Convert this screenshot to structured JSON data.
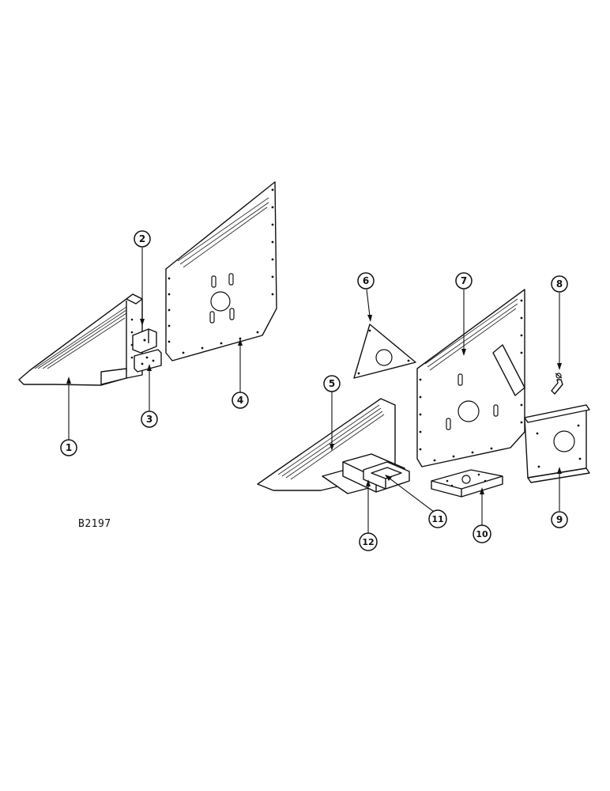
{
  "drawing_code": "B2197",
  "callouts": [
    "1",
    "2",
    "3",
    "4",
    "5",
    "6",
    "7",
    "8",
    "9",
    "10",
    "11",
    "12"
  ]
}
